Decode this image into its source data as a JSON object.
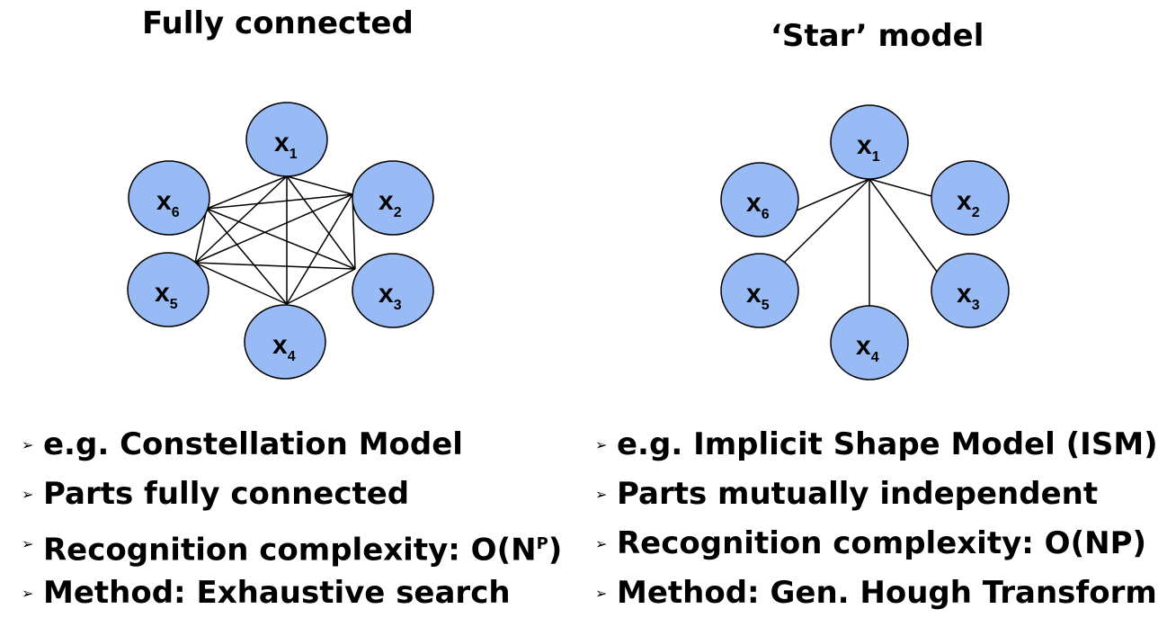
{
  "left": {
    "title": "Fully connected",
    "nodes": [
      {
        "base": "x",
        "sub": "1"
      },
      {
        "base": "x",
        "sub": "2"
      },
      {
        "base": "x",
        "sub": "3"
      },
      {
        "base": "x",
        "sub": "4"
      },
      {
        "base": "x",
        "sub": "5"
      },
      {
        "base": "x",
        "sub": "6"
      }
    ],
    "bullets": [
      "e.g. Constellation Model",
      "Parts fully connected",
      "Recognition complexity: O(N",
      "Method: Exhaustive search"
    ],
    "complexity_sup": "P",
    "complexity_tail": ")"
  },
  "right": {
    "title": "‘Star’ model",
    "nodes": [
      {
        "base": "x",
        "sub": "1"
      },
      {
        "base": "x",
        "sub": "2"
      },
      {
        "base": "x",
        "sub": "3"
      },
      {
        "base": "x",
        "sub": "4"
      },
      {
        "base": "x",
        "sub": "5"
      },
      {
        "base": "x",
        "sub": "6"
      }
    ],
    "bullets": [
      "e.g. Implicit Shape Model (ISM)",
      "Parts mutually independent",
      "Recognition complexity: O(NP)",
      "Method: Gen. Hough Transform"
    ]
  },
  "bullet_marker": "➢",
  "colors": {
    "node_fill": "#99bbf5",
    "node_stroke": "#000000",
    "edge": "#000000"
  }
}
